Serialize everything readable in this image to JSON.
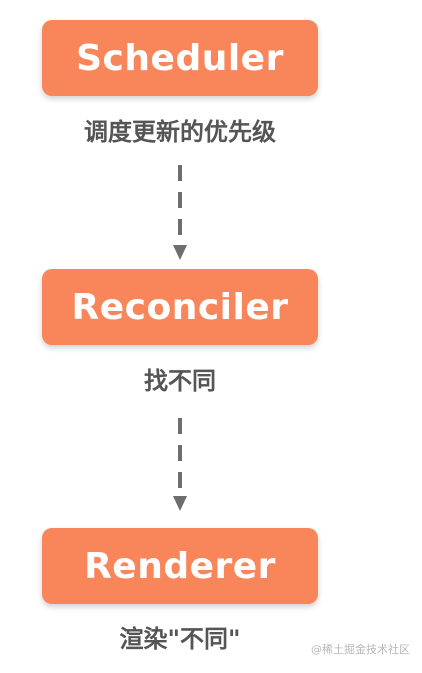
{
  "diagram": {
    "nodes": [
      {
        "label": "Scheduler",
        "caption": "调度更新的优先级"
      },
      {
        "label": "Reconciler",
        "caption": "找不同"
      },
      {
        "label": "Renderer",
        "caption": "渲染\"不同\""
      }
    ],
    "colors": {
      "box": "#f8865a",
      "box_text": "#ffffff",
      "caption_text": "#555555",
      "arrow": "#6e6e6e"
    }
  },
  "watermark": "@稀土掘金技术社区"
}
